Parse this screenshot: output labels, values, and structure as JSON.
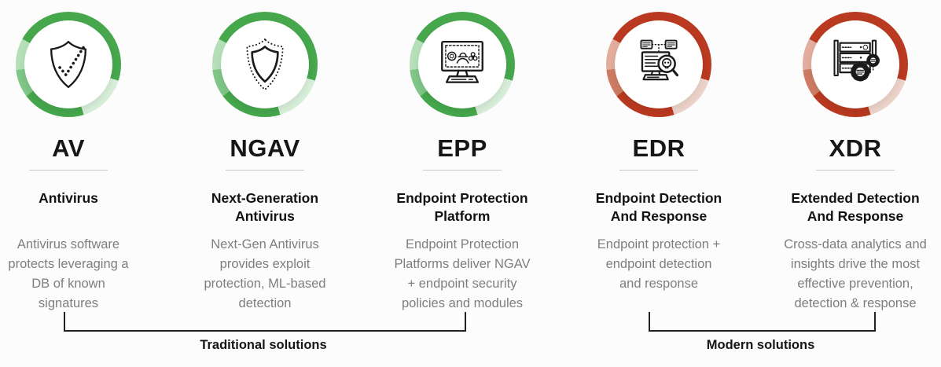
{
  "page": {
    "background": "#fcfcfc"
  },
  "colors": {
    "ring_green": "#46a74d",
    "ring_green_light": "#d7eed9",
    "ring_red": "#b93a20",
    "ring_red_light": "#ecd3c9",
    "text_dark": "#161616",
    "text_muted": "#7e7e7e",
    "divider": "#c9c9c9"
  },
  "columns": [
    {
      "acronym": "AV",
      "title": "Antivirus",
      "description": "Antivirus software\nprotects leveraging a\nDB of known\nsignatures",
      "ring": "green",
      "icon": "shield-check-icon"
    },
    {
      "acronym": "NGAV",
      "title": "Next-Generation\nAntivirus",
      "description": "Next-Gen Antivirus\nprovides exploit\nprotection, ML-based\ndetection",
      "ring": "green",
      "icon": "shield-dotted-icon"
    },
    {
      "acronym": "EPP",
      "title": "Endpoint Protection\nPlatform",
      "description": "Endpoint Protection\nPlatforms deliver NGAV\n+ endpoint security\npolicies and modules",
      "ring": "green",
      "icon": "monitor-threats-icon"
    },
    {
      "acronym": "EDR",
      "title": "Endpoint Detection\nAnd Response",
      "description": "Endpoint protection +\nendpoint detection\nand response",
      "ring": "red",
      "icon": "monitor-skull-magnifier-icon"
    },
    {
      "acronym": "XDR",
      "title": "Extended Detection\nAnd Response",
      "description": "Cross-data analytics and\ninsights drive the most\neffective prevention,\ndetection & response",
      "ring": "red",
      "icon": "server-gears-icon"
    }
  ],
  "groups": [
    {
      "label": "Traditional solutions"
    },
    {
      "label": "Modern solutions"
    }
  ]
}
